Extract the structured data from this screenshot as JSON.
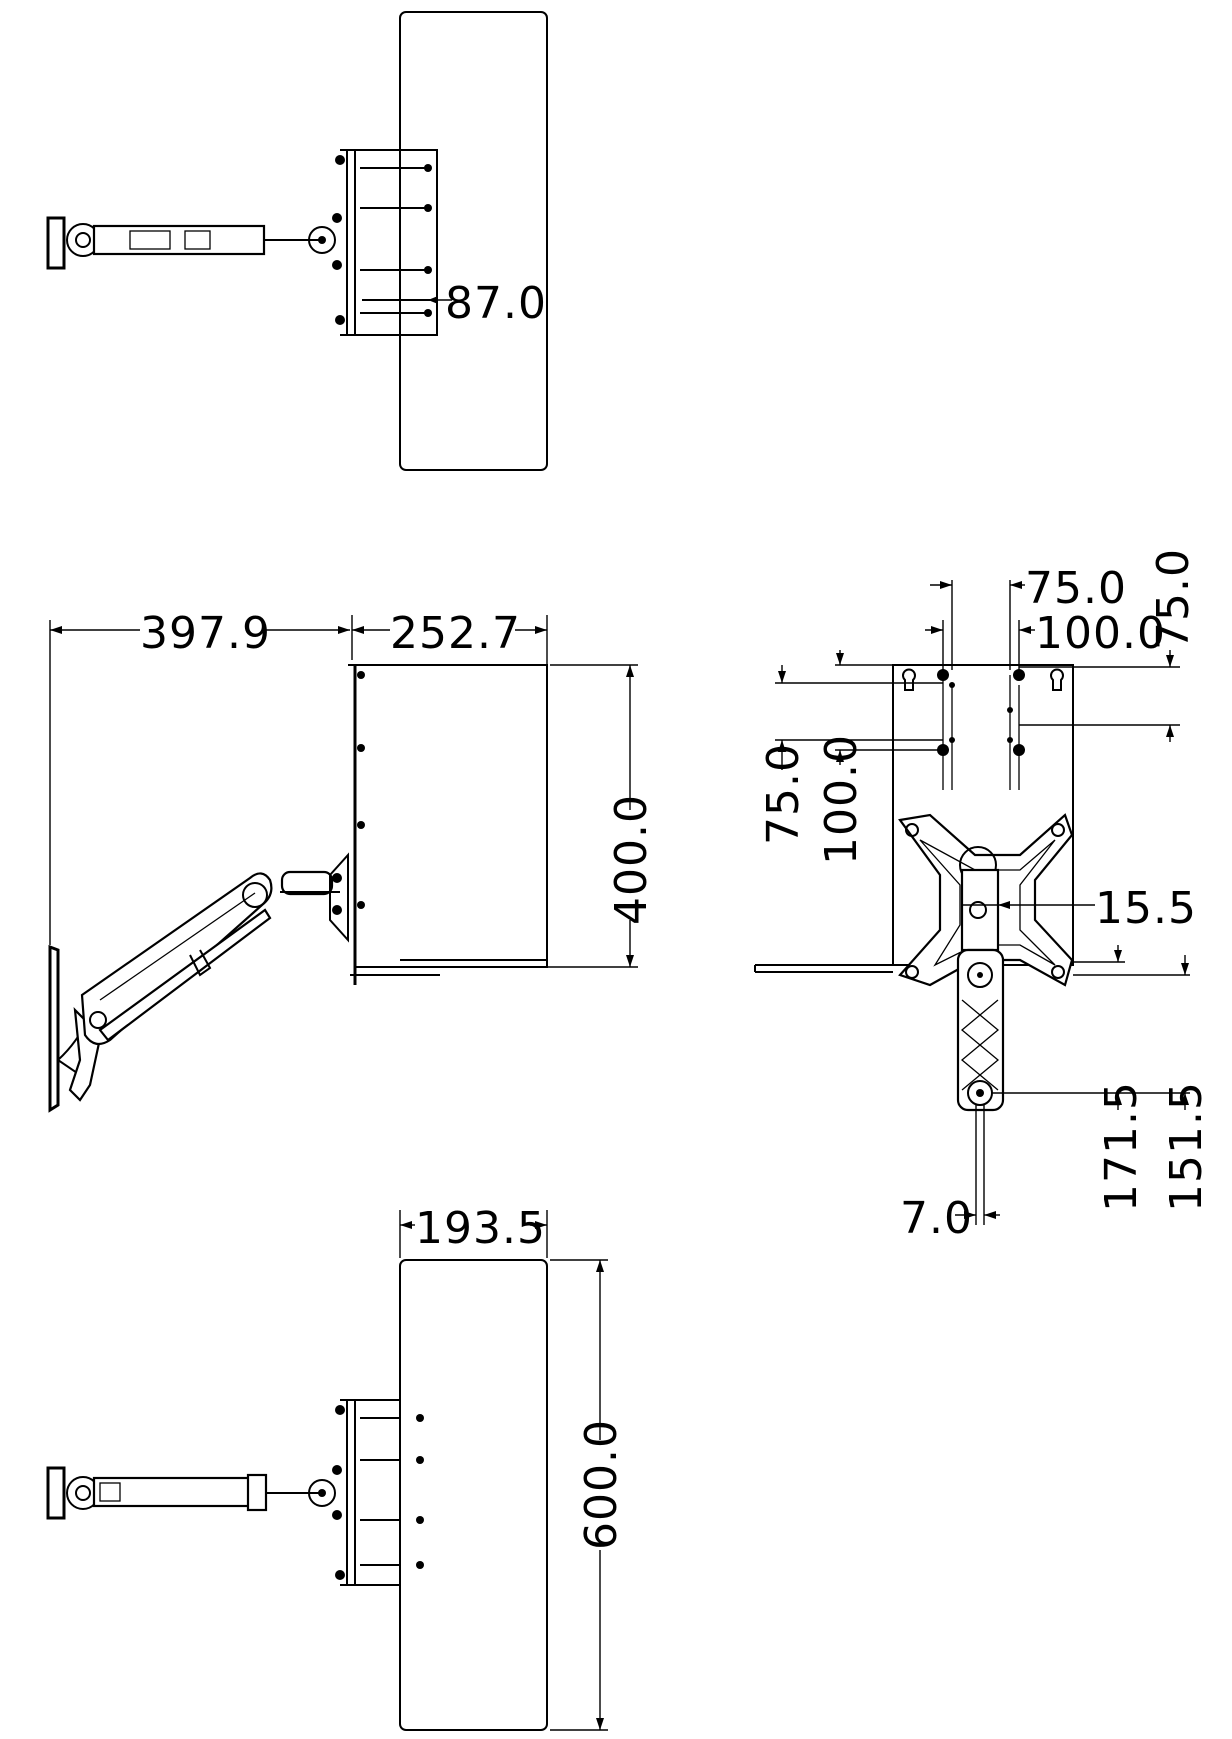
{
  "title": "",
  "views": {
    "top_view": {
      "dimensions": {
        "tray_depth_offset": "87.0"
      }
    },
    "side_view": {
      "dimensions": {
        "arm_reach": "397.9",
        "tray_depth": "252.7",
        "tray_height": "400.0"
      }
    },
    "bottom_view": {
      "dimensions": {
        "tray_width": "193.5",
        "tray_length": "600.0"
      }
    },
    "rear_view": {
      "dimensions": {
        "vesa_h_75": "75.0",
        "vesa_h_100": "100.0",
        "vesa_v_75_right": "75.0",
        "vesa_v_75_left": "75.0",
        "vesa_v_100_left": "100.0",
        "plate_offset": "15.5",
        "pivot_171": "171.5",
        "pivot_151": "151.5",
        "pivot_width": "7.0"
      }
    }
  },
  "colors": {
    "line": "#000000",
    "background": "#ffffff"
  }
}
